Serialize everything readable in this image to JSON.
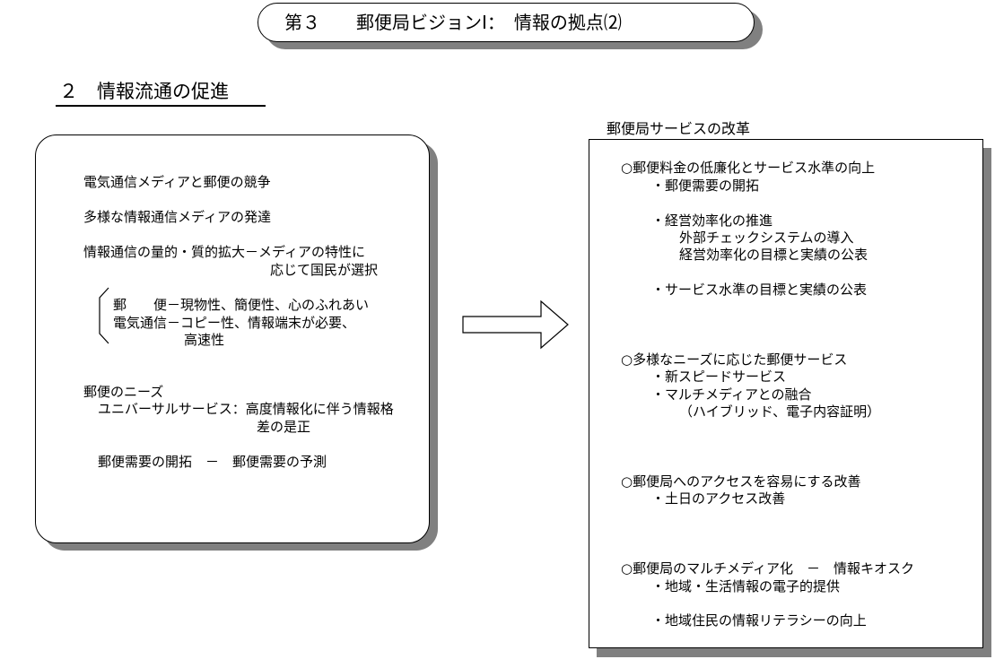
{
  "title": "第３　　郵便局ビジョンⅠ：　情報の拠点⑵",
  "section_heading": "２　情報流通の促進",
  "left": {
    "line1": "電気通信メディアと郵便の競争",
    "line2": "多様な情報通信メディアの発達",
    "line3a": "情報通信の量的・質的拡大－メディアの特性に",
    "line3b": "応じて国民が選択",
    "compare1": "郵　　便－現物性、簡便性、心のふれあい",
    "compare2": "電気通信－コピー性、情報端末が必要、",
    "compare3": "高速性",
    "needs_title": "郵便のニーズ",
    "needs1a": "ユニバーサルサービス：高度情報化に伴う情報格",
    "needs1b": "差の是正",
    "needs2": "郵便需要の開拓　－　郵便需要の予測"
  },
  "right": {
    "heading": "郵便局サービスの改革",
    "g1": "○郵便料金の低廉化とサービス水準の向上",
    "g1a": "・郵便需要の開拓",
    "g1b": "・経営効率化の推進",
    "g1b1": "外部チェックシステムの導入",
    "g1b2": "経営効率化の目標と実績の公表",
    "g1c": "・サービス水準の目標と実績の公表",
    "g2": "○多様なニーズに応じた郵便サービス",
    "g2a": "・新スピードサービス",
    "g2b": "・マルチメディアとの融合",
    "g2b1": "（ハイブリッド、電子内容証明）",
    "g3": "○郵便局へのアクセスを容易にする改善",
    "g3a": "・土日のアクセス改善",
    "g4": "○郵便局のマルチメディア化　－　情報キオスク",
    "g4a": "・地域・生活情報の電子的提供",
    "g4b": "・地域住民の情報リテラシーの向上"
  }
}
